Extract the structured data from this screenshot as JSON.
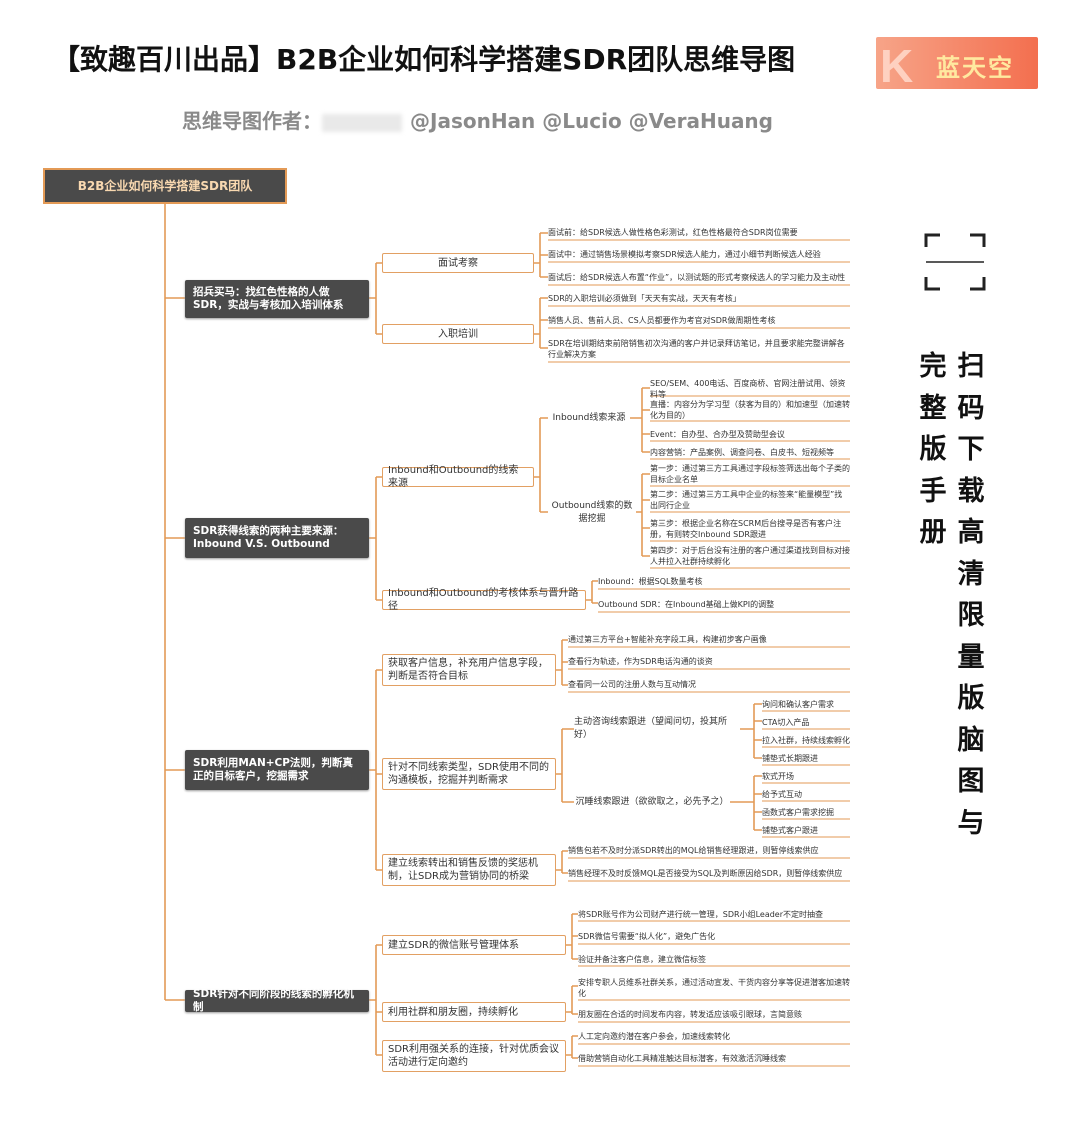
{
  "header": {
    "title": "【致趣百川出品】B2B企业如何科学搭建SDR团队思维导图",
    "logo_letter": "K",
    "logo_text": "蓝天空",
    "authors_label": "思维导图作者：",
    "authors_names": "@JasonHan @Lucio @VeraHuang"
  },
  "side": {
    "col_right": "扫码下载高清限量版脑图与",
    "col_left": "完整版手册"
  },
  "colors": {
    "accent": "#e39a56",
    "node_dark": "#4a4a4a",
    "logo": "#f36f4f"
  },
  "mindmap": {
    "root": "B2B企业如何科学搭建SDR团队",
    "b1": {
      "label": "招兵买马：找红色性格的人做SDR，实战与考核加入培训体系",
      "c1": {
        "label": "面试考察",
        "items": [
          "面试前：给SDR候选人做性格色彩测试，红色性格最符合SDR岗位需要",
          "面试中：通过销售场景模拟考察SDR候选人能力，通过小细节判断候选人经验",
          "面试后：给SDR候选人布置“作业”，以测试题的形式考察候选人的学习能力及主动性"
        ]
      },
      "c2": {
        "label": "入职培训",
        "items": [
          "SDR的入职培训必须做到「天天有实战，天天有考核」",
          "销售人员、售前人员、CS人员都要作为考官对SDR做周期性考核",
          "SDR在培训期结束前陪销售初次沟通的客户并记录拜访笔记，并且要求能完整讲解各行业解决方案"
        ]
      }
    },
    "b2": {
      "label": "SDR获得线索的两种主要来源：Inbound V.S. Outbound",
      "c1": {
        "label": "Inbound和Outbound的线索来源",
        "g1": {
          "label": "Inbound线索来源",
          "items": [
            "SEO/SEM、400电话、百度商桥、官网注册试用、领资料等",
            "直播：内容分为学习型（获客为目的）和加速型（加速转化为目的）",
            "Event：自办型、合办型及赞助型会议",
            "内容营销：产品案例、调查问卷、白皮书、短视频等"
          ]
        },
        "g2": {
          "label": "Outbound线索的数据挖掘",
          "items": [
            "第一步：通过第三方工具通过字段标签筛选出每个子类的目标企业名单",
            "第二步：通过第三方工具中企业的标签来“能量模型”找出同行企业",
            "第三步：根据企业名称在SCRM后台搜寻是否有客户注册，有则转交Inbound SDR跟进",
            "第四步：对于后台没有注册的客户通过渠道找到目标对接人并拉入社群持续孵化"
          ]
        }
      },
      "c2": {
        "label": "Inbound和Outbound的考核体系与晋升路径",
        "items": [
          "Inbound：根据SQL数量考核",
          "Outbound SDR：在Inbound基础上做KPI的调整"
        ]
      }
    },
    "b3": {
      "label": "SDR利用MAN+CP法则，判断真正的目标客户，挖掘需求",
      "c1": {
        "label": "获取客户信息，补充用户信息字段，判断是否符合目标",
        "items": [
          "通过第三方平台+智能补充字段工具，构建初步客户画像",
          "查看行为轨迹，作为SDR电话沟通的谈资",
          "查看同一公司的注册人数与互动情况"
        ]
      },
      "c2": {
        "label": "针对不同线索类型，SDR使用不同的沟通模板，挖掘并判断需求",
        "g1": {
          "label": "主动咨询线索跟进（望闻问切，投其所好）",
          "items": [
            "询问和确认客户需求",
            "CTA切入产品",
            "拉入社群，持续线索孵化",
            "铺垫式长期跟进"
          ]
        },
        "g2": {
          "label": "沉睡线索跟进（欲欲取之，必先予之）",
          "items": [
            "软式开场",
            "给予式互动",
            "函数式客户需求挖掘",
            "铺垫式客户跟进"
          ]
        }
      },
      "c3": {
        "label": "建立线索转出和销售反馈的奖惩机制，让SDR成为营销协同的桥梁",
        "items": [
          "销售包若不及时分派SDR转出的MQL给销售经理跟进，则暂停线索供应",
          "销售经理不及时反馈MQL是否接受为SQL及判断原因给SDR，则暂停线索供应"
        ]
      }
    },
    "b4": {
      "label": "SDR针对不同阶段的线索的孵化机制",
      "c1": {
        "label": "建立SDR的微信账号管理体系",
        "items": [
          "将SDR账号作为公司财产进行统一管理，SDR小组Leader不定时抽查",
          "SDR微信号需要“拟人化”，避免广告化",
          "验证并备注客户信息，建立微信标签"
        ]
      },
      "c2": {
        "label": "利用社群和朋友圈，持续孵化",
        "items": [
          "安排专职人员维系社群关系，通过活动宣发、干货内容分享等促进潜客加速转化",
          "朋友圈在合适的时间发布内容，转发适应该吸引眼球，言简意赅"
        ]
      },
      "c3": {
        "label": "SDR利用强关系的连接，针对优质会议活动进行定向邀约",
        "items": [
          "人工定向邀约潜在客户参会，加速线索转化",
          "借助营销自动化工具精准触达目标潜客，有效激活沉睡线索"
        ]
      }
    }
  }
}
